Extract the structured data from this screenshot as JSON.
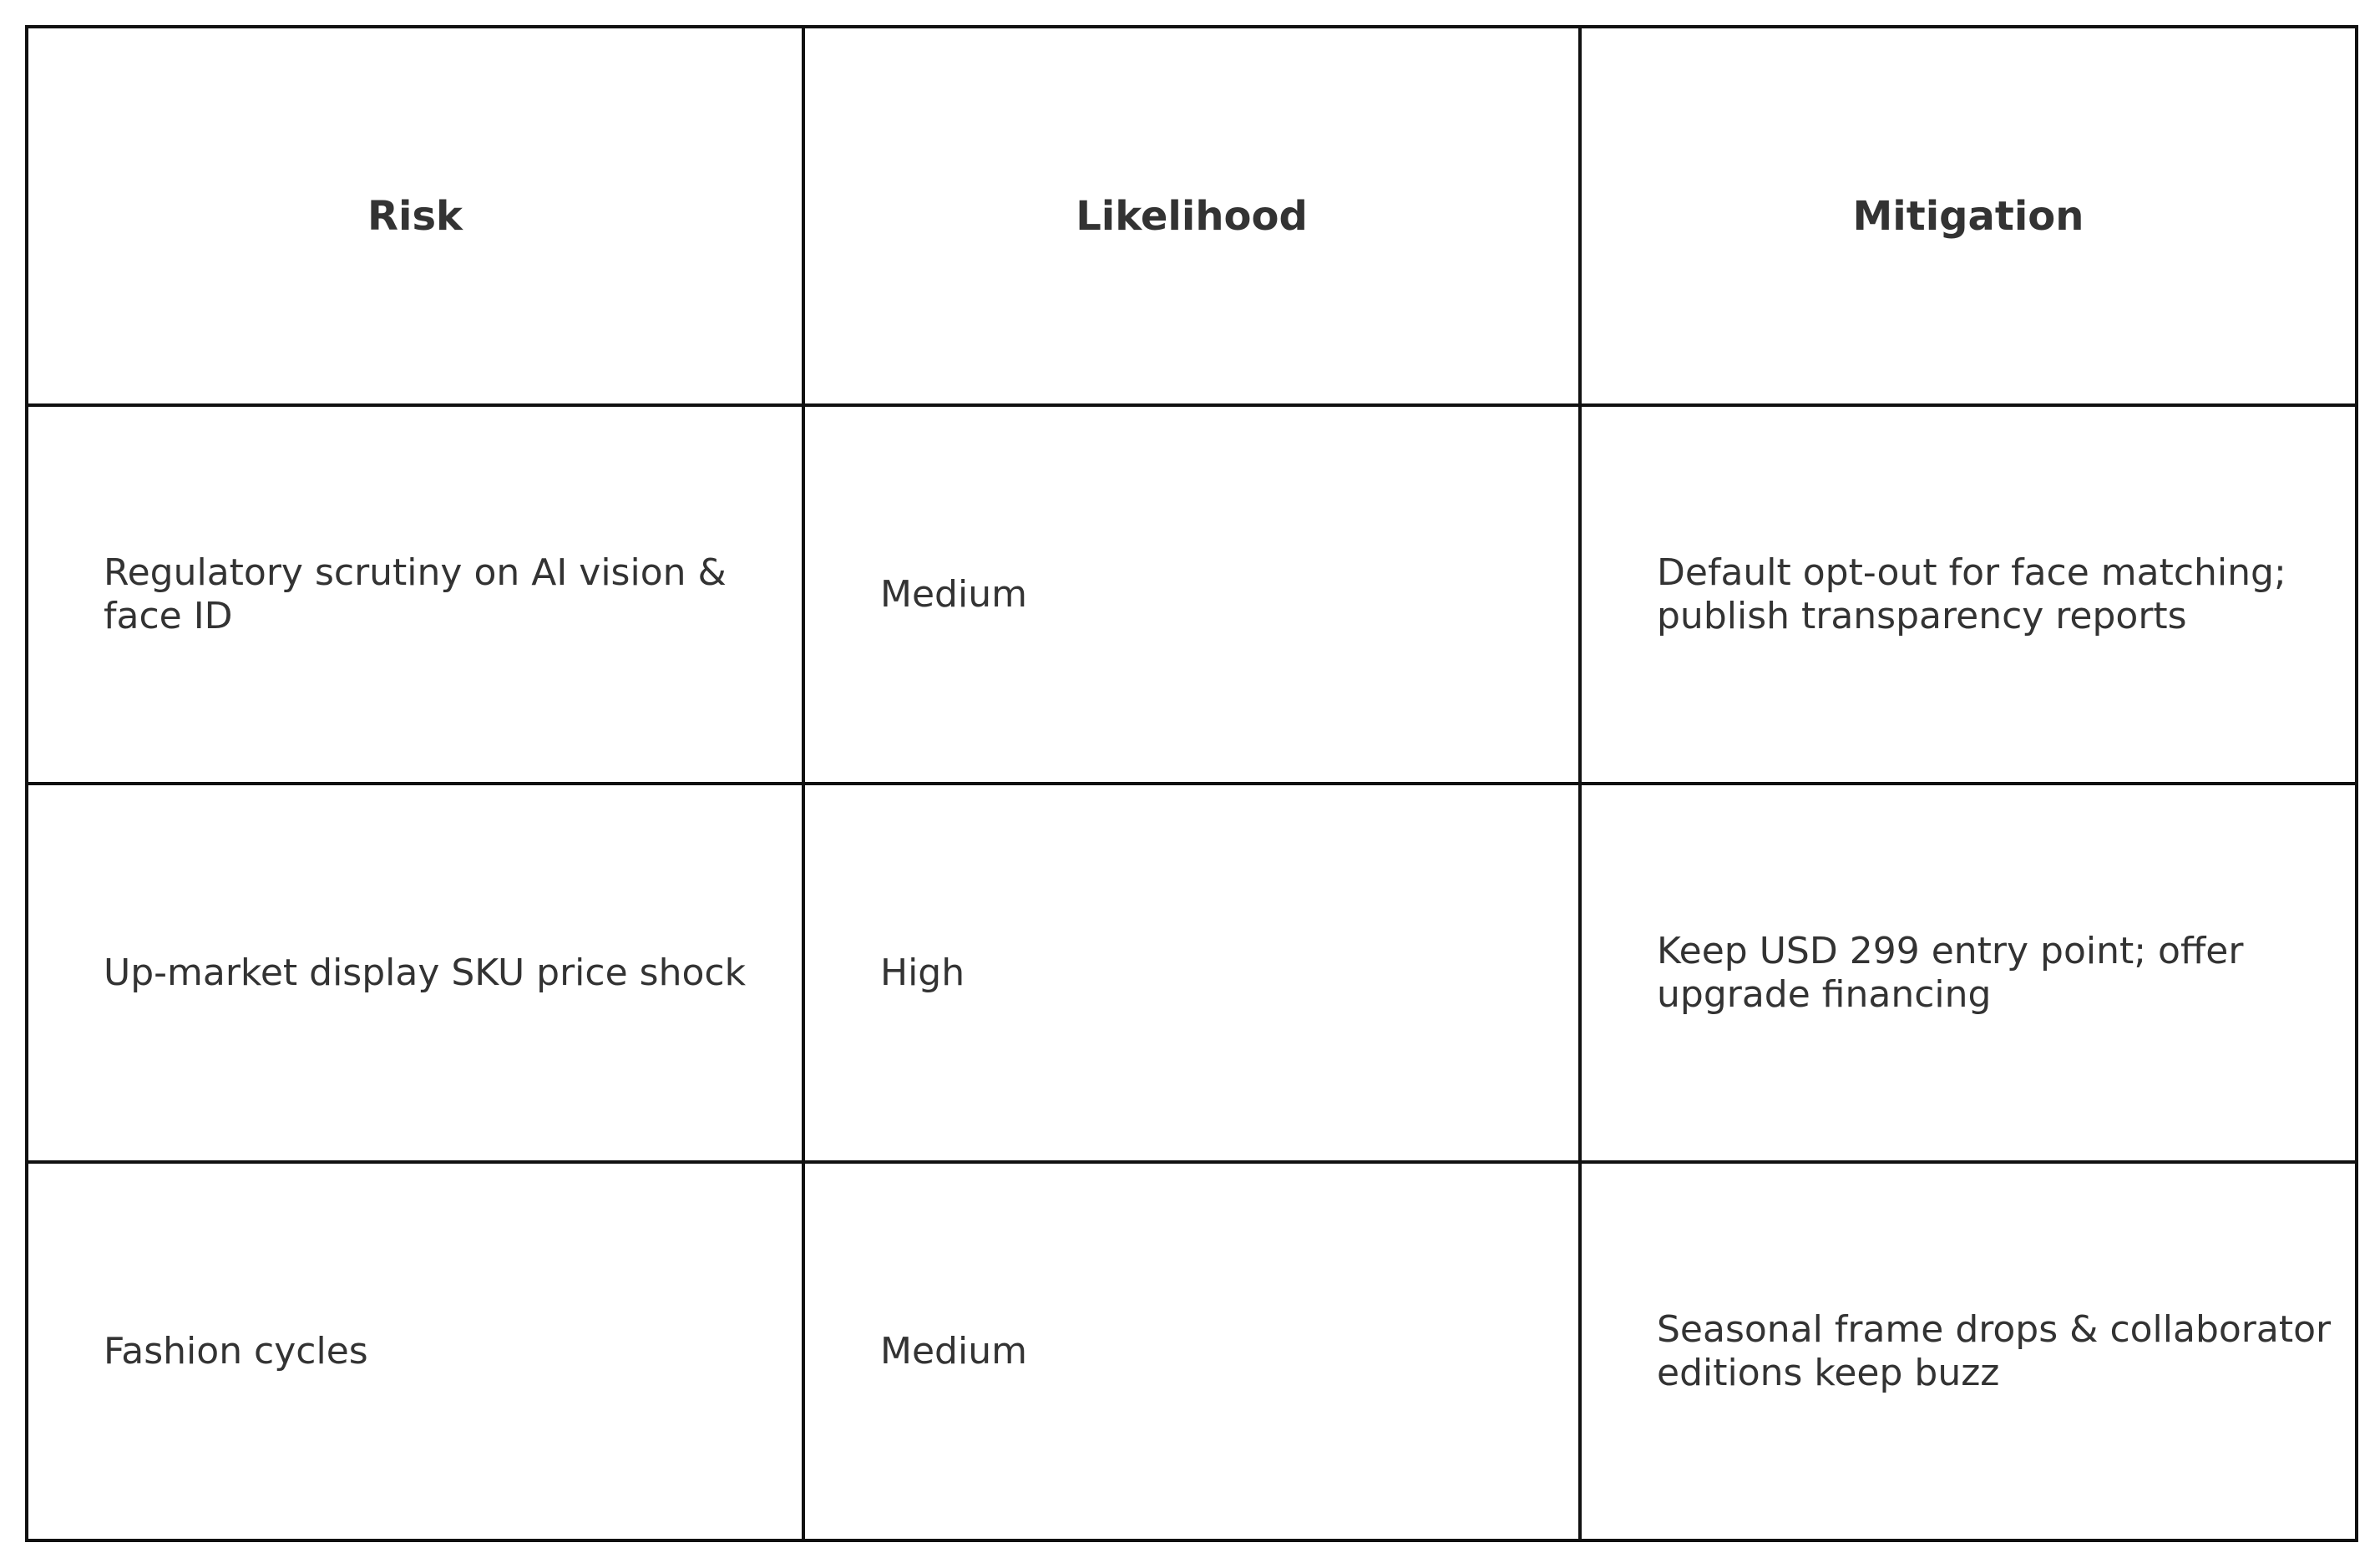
{
  "table": {
    "headers": [
      "Risk",
      "Likelihood",
      "Mitigation"
    ],
    "rows": [
      {
        "risk": "Regulatory scrutiny on AI vision & face ID",
        "likelihood": "Medium",
        "mitigation": "Default opt-out for face matching; publish transparency reports"
      },
      {
        "risk": "Up-market display SKU price shock",
        "likelihood": "High",
        "mitigation": "Keep USD 299 entry point; offer upgrade financing"
      },
      {
        "risk": "Fashion cycles",
        "likelihood": "Medium",
        "mitigation": "Seasonal frame drops & collaborator editions keep buzz"
      }
    ]
  }
}
